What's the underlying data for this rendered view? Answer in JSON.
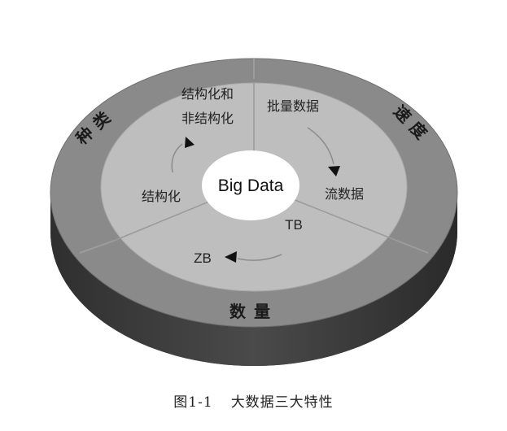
{
  "diagram": {
    "center": "Big Data",
    "outer_ring": {
      "variety": "种类",
      "velocity": "速度",
      "volume": "数量"
    },
    "inner_ring": {
      "variety_line1": "结构化和",
      "variety_line2": "非结构化",
      "variety_start": "结构化",
      "velocity_start": "批量数据",
      "velocity_end": "流数据",
      "volume_start": "TB",
      "volume_end": "ZB"
    },
    "colors": {
      "outer_top": "#8a8a8a",
      "inner_top": "#bdbdbd",
      "side": "#3e3e3e",
      "center": "#ffffff"
    }
  },
  "caption": {
    "figure_no": "图1-1",
    "text": "大数据三大特性"
  }
}
